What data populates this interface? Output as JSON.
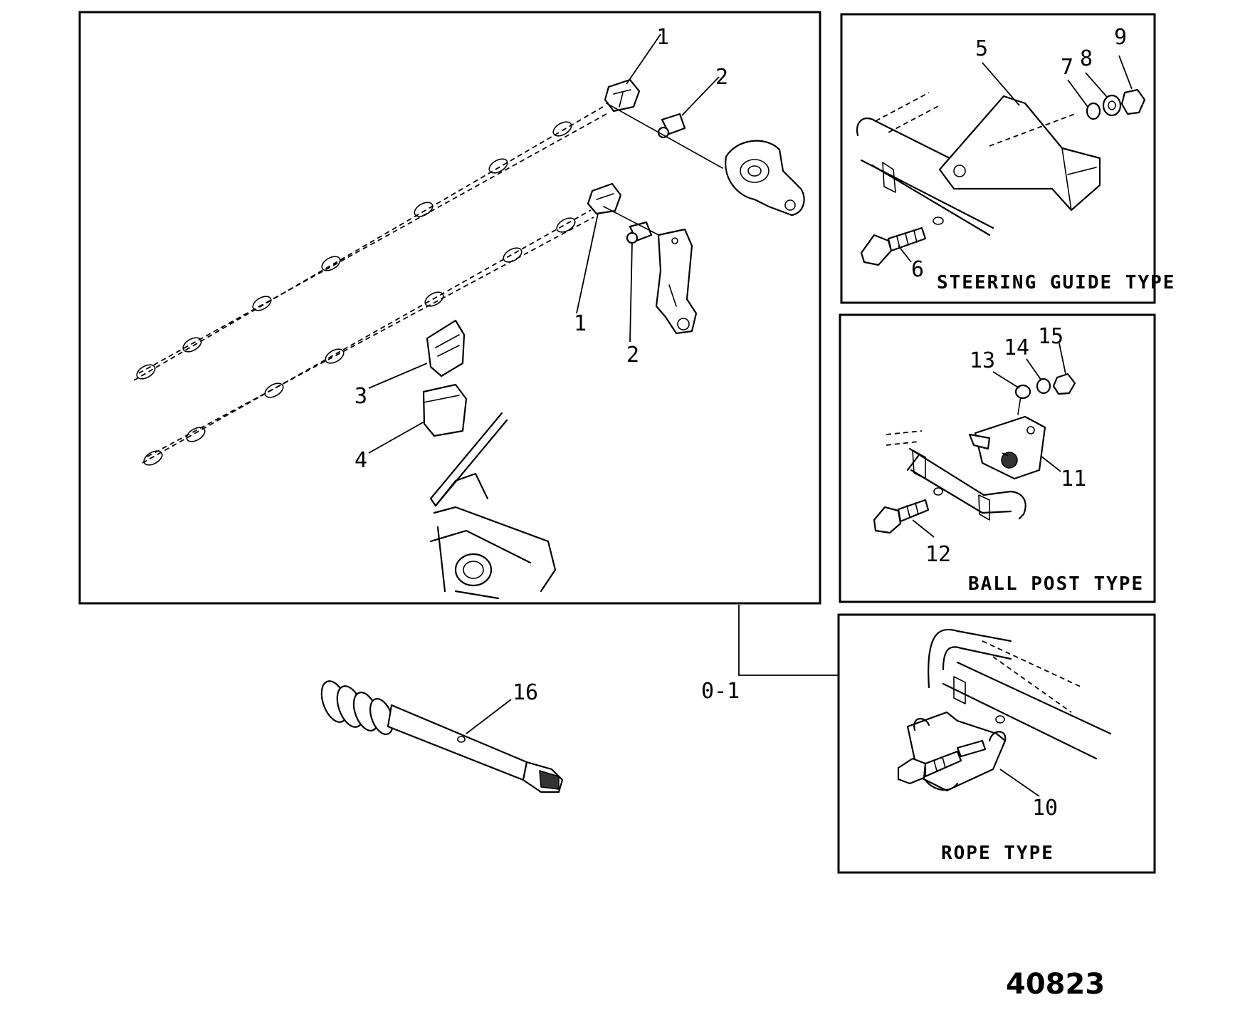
{
  "diagram": {
    "reference_number": "40823",
    "callouts": {
      "c1a": "1",
      "c2a": "2",
      "c1b": "1",
      "c2b": "2",
      "c3": "3",
      "c4": "4",
      "c5": "5",
      "c6": "6",
      "c7": "7",
      "c8": "8",
      "c9": "9",
      "c10": "10",
      "c11": "11",
      "c12": "12",
      "c13": "13",
      "c14": "14",
      "c15": "15",
      "c16": "16",
      "c01": "0-1"
    },
    "panels": {
      "steering_guide": "STEERING GUIDE TYPE",
      "ball_post": "BALL POST TYPE",
      "rope": "ROPE TYPE"
    }
  }
}
